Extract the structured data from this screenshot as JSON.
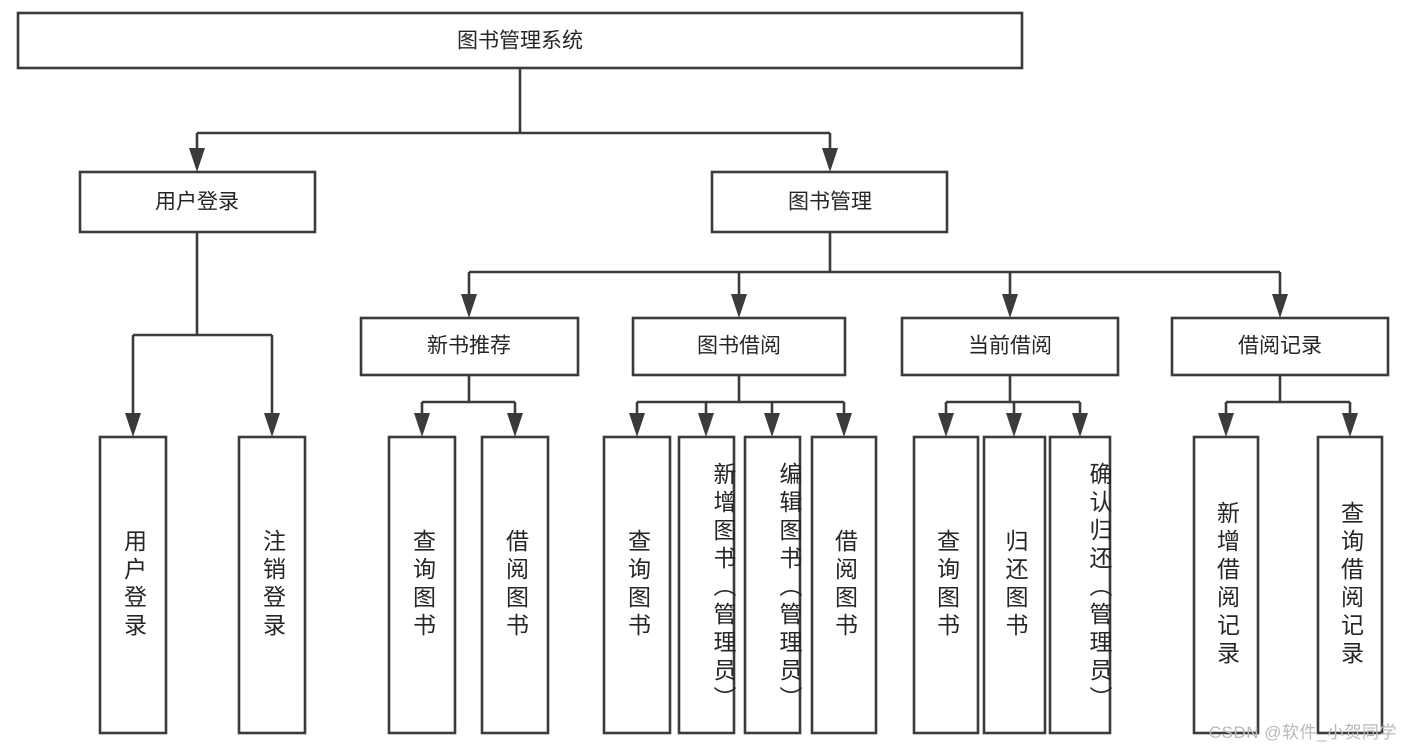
{
  "diagram": {
    "title": "图书管理系统",
    "type": "tree-hierarchy",
    "orientation": "top-down",
    "colors": {
      "box_fill": "#ffffff",
      "box_stroke": "#3b3b3b",
      "text": "#262626",
      "watermark": "#b9b9b9"
    },
    "root": {
      "label": "图书管理系统"
    },
    "level1": [
      {
        "label": "用户登录"
      },
      {
        "label": "图书管理"
      }
    ],
    "level2": [
      {
        "label": "新书推荐"
      },
      {
        "label": "图书借阅"
      },
      {
        "label": "当前借阅"
      },
      {
        "label": "借阅记录"
      }
    ],
    "leaves": [
      {
        "label": "用户登录",
        "parent": "用户登录",
        "align": "middle"
      },
      {
        "label": "注销登录",
        "parent": "用户登录",
        "align": "middle"
      },
      {
        "label": "查询图书",
        "parent": "新书推荐",
        "align": "middle"
      },
      {
        "label": "借阅图书",
        "parent": "新书推荐",
        "align": "middle"
      },
      {
        "label": "查询图书",
        "parent": "图书借阅",
        "align": "middle"
      },
      {
        "label": "新增图书（管理员）",
        "parent": "图书借阅",
        "align": "top"
      },
      {
        "label": "编辑图书（管理员）",
        "parent": "图书借阅",
        "align": "top"
      },
      {
        "label": "借阅图书",
        "parent": "图书借阅",
        "align": "middle"
      },
      {
        "label": "查询图书",
        "parent": "当前借阅",
        "align": "middle"
      },
      {
        "label": "归还图书",
        "parent": "当前借阅",
        "align": "middle"
      },
      {
        "label": "确认归还（管理员）",
        "parent": "当前借阅",
        "align": "top"
      },
      {
        "label": "新增借阅记录",
        "parent": "借阅记录",
        "align": "middle"
      },
      {
        "label": "查询借阅记录",
        "parent": "借阅记录",
        "align": "middle"
      }
    ],
    "watermark": "CSDN @软件_小贺同学"
  }
}
